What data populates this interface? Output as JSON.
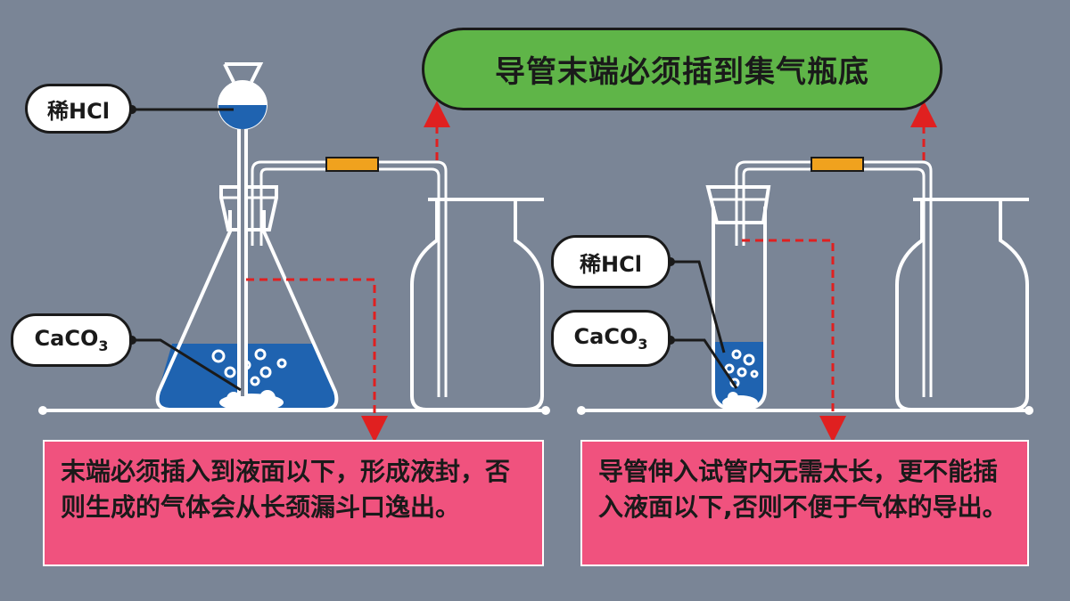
{
  "title": "导管末端必须插到集气瓶底",
  "left_setup": {
    "reagent_liquid": "稀HCl",
    "reagent_solid_base": "CaCO",
    "reagent_solid_sub": "3",
    "note": "末端必须插入到液面以下，形成液封，否则生成的气体会从长颈漏斗口逸出。"
  },
  "right_setup": {
    "reagent_liquid": "稀HCl",
    "reagent_solid_base": "CaCO",
    "reagent_solid_sub": "3",
    "note": "导管伸入试管内无需太长，更不能插入液面以下,否则不便于气体的导出。"
  },
  "colors": {
    "background": "#7a8596",
    "liquid": "#1f63b0",
    "title_fill": "#5fb548",
    "note_fill": "#f0527e",
    "connector": "#f0a21e",
    "guide_line": "#e02020"
  },
  "icons": [
    "erlenmeyer-flask-icon",
    "thistle-funnel-icon",
    "gas-jar-icon",
    "test-tube-icon",
    "rubber-connector-icon"
  ]
}
